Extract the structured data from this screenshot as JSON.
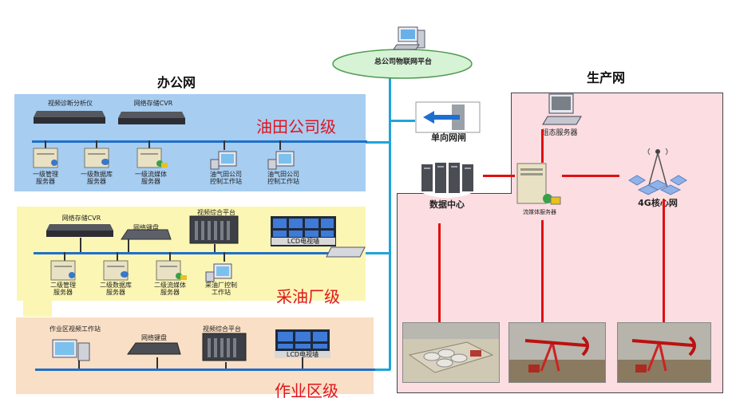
{
  "cloud": {
    "label": "总公司物联网平台"
  },
  "office": {
    "title": "办公网",
    "oilfield": {
      "level": "油田公司级",
      "devices": [
        {
          "label": "视频诊断分析仪"
        },
        {
          "label": "网络存储CVR"
        },
        {
          "label": "一级管理\n服务器"
        },
        {
          "label": "一级数据库\n服务器"
        },
        {
          "label": "一级流媒体\n服务器"
        },
        {
          "label": "油气田公司\n控制工作站"
        },
        {
          "label": "油气田公司\n控制工作站"
        }
      ]
    },
    "plant": {
      "level": "采油厂级",
      "devices": [
        {
          "label": "网络存储CVR"
        },
        {
          "label": "网络键盘"
        },
        {
          "label": "视频综合平台"
        },
        {
          "label": "LCD电视墙"
        },
        {
          "label": "二级管理\n服务器"
        },
        {
          "label": "二级数据库\n服务器"
        },
        {
          "label": "二级流媒体\n服务器"
        },
        {
          "label": "采油厂控制\n工作站"
        }
      ]
    },
    "workzone": {
      "level": "作业区级",
      "devices": [
        {
          "label": "作业区视频工作站"
        },
        {
          "label": "网络键盘"
        },
        {
          "label": "视频综合平台"
        },
        {
          "label": "LCD电视墙"
        }
      ]
    }
  },
  "production": {
    "title": "生产网",
    "gateway": "单向网闸",
    "datacenter": "数据中心",
    "config_server": "组态服务器",
    "stream_server": "流媒体服务器",
    "core_4g": "4G核心网"
  },
  "colors": {
    "blue_panel": "#a7cdf1",
    "yellow_panel": "#fbf6b4",
    "orange_panel": "#f9dfc5",
    "pink_panel": "#fbdde2",
    "red_line": "#e01010",
    "blue_line": "#20a4d8"
  }
}
